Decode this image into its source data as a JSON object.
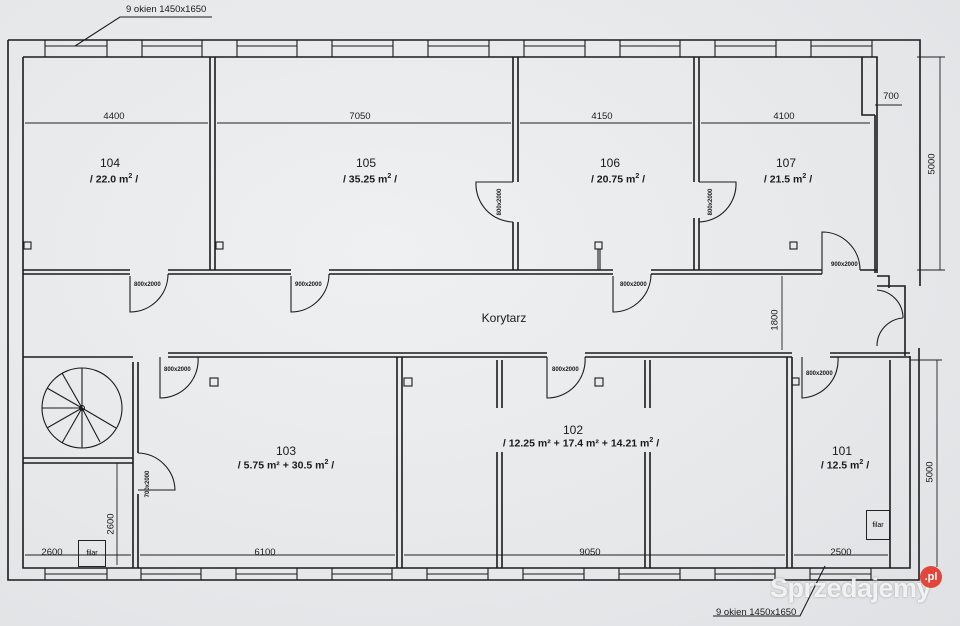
{
  "plan": {
    "window_note_top": "9 okien 1450x1650",
    "window_note_bottom": "9 okien 1450x1650",
    "corridor_label": "Korytarz",
    "corridor_width_dim": "1800",
    "filar_label": "filar"
  },
  "rooms": [
    {
      "id": "104",
      "number": "104",
      "area": "/ 22.0 m",
      "width_dim": "4400"
    },
    {
      "id": "105",
      "number": "105",
      "area": "/ 35.25 m",
      "width_dim": "7050"
    },
    {
      "id": "106",
      "number": "106",
      "area": "/ 20.75 m",
      "width_dim": "4150"
    },
    {
      "id": "107",
      "number": "107",
      "area": "/ 21.5 m",
      "width_dim": "4100"
    },
    {
      "id": "103",
      "number": "103",
      "area": "/ 5.75 m² + 30.5 m",
      "width_dim": "6100"
    },
    {
      "id": "102",
      "number": "102",
      "area": "/ 12.25 m² + 17.4 m² + 14.21 m",
      "width_dim": "9050"
    },
    {
      "id": "101",
      "number": "101",
      "area": "/ 12.5 m",
      "width_dim": "2500"
    }
  ],
  "area_suffix": {
    "sup": "2",
    "end": " /"
  },
  "dimensions": {
    "niche_top_right": "700",
    "height_top_right": "5000",
    "height_bottom_right": "5000",
    "stair_room_width": "2600",
    "stair_room_height": "2600"
  },
  "doors": {
    "d104": "800x2000",
    "d105": "900x2000",
    "d106_left": "800x2000",
    "d106_corridor": "800x2000",
    "d107_left": "800x2000",
    "d107_corridor": "900x2000",
    "d103": "800x2000",
    "d103_side": "700x2000",
    "d102": "800x2000",
    "d101": "800x2000"
  },
  "watermark": {
    "text": "Sprzedajemy",
    "badge": ".pl",
    "badge_color": "#e2453c"
  }
}
